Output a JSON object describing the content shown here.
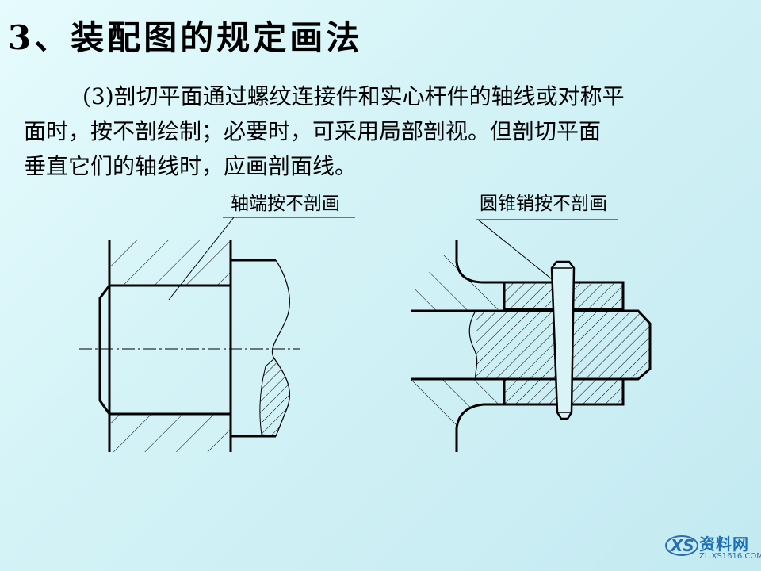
{
  "title": "3、装配图的规定画法",
  "paragraph": {
    "line1": "(3)剖切平面通过螺纹连接件和实心杆件的轴线或对称平",
    "line2": "面时，按不剖绘制；必要时，可采用局部剖视。但剖切平面",
    "line3": "垂直它们的轴线时，应画剖面线。"
  },
  "labels": {
    "left": "轴端按不剖画",
    "right": "圆锥销按不剖画"
  },
  "watermark": {
    "name": "资料网",
    "url": "ZL.XS1616.COM"
  }
}
